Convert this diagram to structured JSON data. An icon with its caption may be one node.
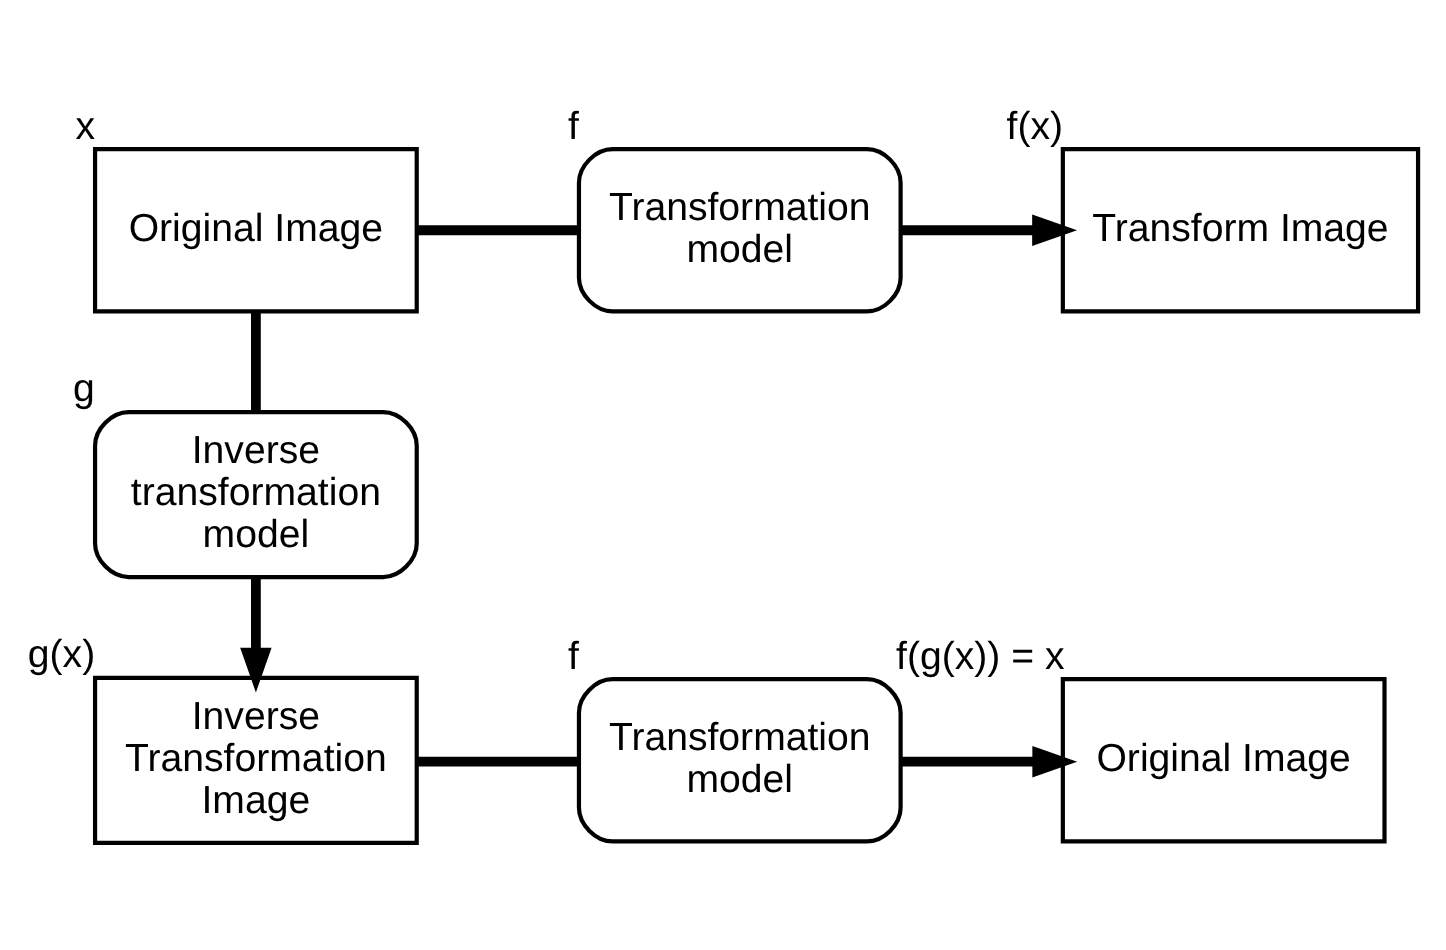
{
  "diagram": {
    "nodes": [
      {
        "text": [
          "Original Image"
        ],
        "beside": [
          "x"
        ]
      },
      {
        "text": [
          "Transformation model"
        ],
        "beside": [
          "f"
        ]
      },
      {
        "text": [
          "Transform Image"
        ],
        "beside": [
          "f(x)"
        ]
      },
      {
        "text": [
          "Inverse transformation model"
        ],
        "beside": [
          "g"
        ]
      },
      {
        "text": [
          "Inverse Transformation Image"
        ],
        "beside": [
          "g(x)"
        ]
      },
      {
        "text": [
          "Transformation model"
        ],
        "beside": [
          "f"
        ]
      },
      {
        "text": [
          "Original Image"
        ],
        "beside": [
          "f(g(x)) = x"
        ]
      }
    ],
    "edges": [
      {
        "from": 0,
        "to": 1,
        "arrow": "none"
      },
      {
        "from": 1,
        "to": 2,
        "arrow": "to"
      },
      {
        "from": 0,
        "to": 3,
        "arrow": "none"
      },
      {
        "from": 3,
        "to": 4,
        "arrow": "to"
      },
      {
        "from": 4,
        "to": 5,
        "arrow": "none"
      },
      {
        "from": 5,
        "to": 6,
        "arrow": "to"
      }
    ]
  }
}
